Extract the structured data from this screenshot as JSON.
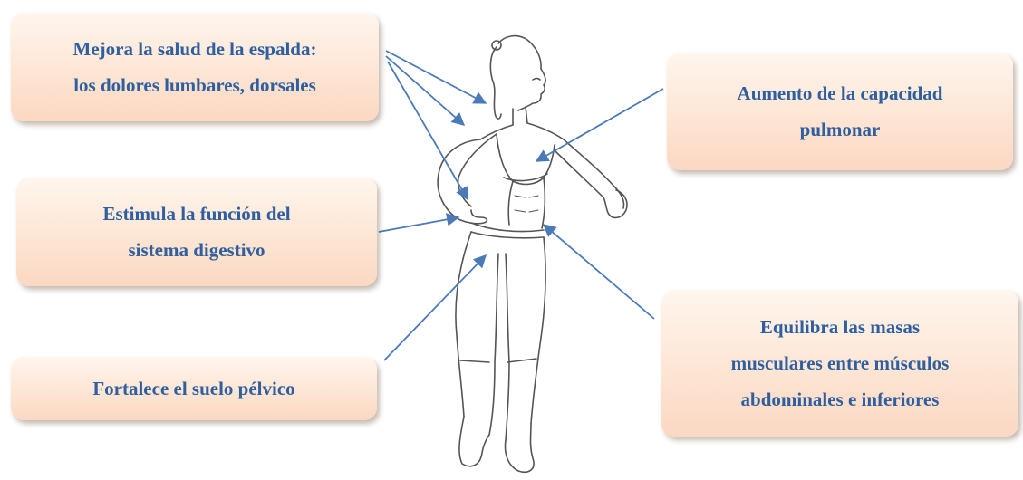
{
  "colors": {
    "text": "#2f5f9e",
    "arrow": "#4a7ab8",
    "box_fill": "#fde4d2",
    "figure_stroke": "#555555"
  },
  "labels": {
    "back": "Mejora la salud de la espalda:\nlos dolores lumbares, dorsales",
    "lung": "Aumento de la capacidad\npulmonar",
    "digest": "Estimula la función del\nsistema digestivo",
    "pelvic": "Fortalece el suelo pélvico",
    "muscle": "Equilibra las masas\nmusculares entre músculos\nabdominales e inferiores"
  },
  "figure": {
    "icon": "woman-exercise-line-drawing"
  }
}
